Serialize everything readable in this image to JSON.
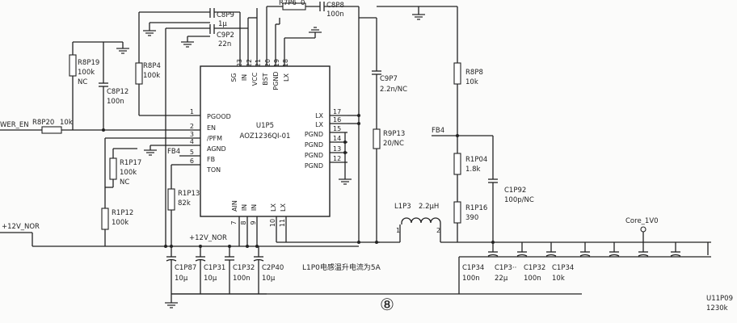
{
  "chip": {
    "ref": "U1P5",
    "part": "AOZ1236QI-01",
    "left_pins": [
      {
        "num": "1",
        "name": "PGOOD"
      },
      {
        "num": "2",
        "name": "EN"
      },
      {
        "num": "3",
        "name": "/PFM"
      },
      {
        "num": "4",
        "name": "AGND"
      },
      {
        "num": "5",
        "name": "FB"
      },
      {
        "num": "6",
        "name": "TON"
      }
    ],
    "top_pins": [
      {
        "num": "23",
        "name": "SG"
      },
      {
        "num": "22",
        "name": "IN"
      },
      {
        "num": "21",
        "name": "VCC"
      },
      {
        "num": "20",
        "name": "BST"
      },
      {
        "num": "19",
        "name": "PGND"
      },
      {
        "num": "18",
        "name": "LX"
      }
    ],
    "right_pins": [
      {
        "num": "17",
        "name": "LX"
      },
      {
        "num": "16",
        "name": "LX"
      },
      {
        "num": "15",
        "name": "PGND"
      },
      {
        "num": "14",
        "name": "PGND"
      },
      {
        "num": "13",
        "name": "PGND"
      },
      {
        "num": "12",
        "name": "PGND"
      }
    ],
    "bottom_pins": [
      {
        "num": "7",
        "name": "AIN"
      },
      {
        "num": "8",
        "name": "IN"
      },
      {
        "num": "9",
        "name": "IN"
      },
      {
        "num": "10",
        "name": "LX"
      },
      {
        "num": "11",
        "name": "LX"
      }
    ]
  },
  "components": {
    "c8p9": {
      "ref": "C8P9",
      "value": "1μ"
    },
    "c9p2": {
      "ref": "C9P2",
      "value": "22n"
    },
    "r7p6": {
      "ref": "R7P6",
      "value": "0"
    },
    "c8p8": {
      "ref": "C8P8",
      "value": "100n"
    },
    "r8p19": {
      "ref": "R8P19",
      "value": "100k",
      "note": "NC"
    },
    "c8p12": {
      "ref": "C8P12",
      "value": "100n"
    },
    "r8p4": {
      "ref": "R8P4",
      "value": "100k"
    },
    "r8p20": {
      "ref": "R8P20",
      "value": "10k"
    },
    "r1p17": {
      "ref": "R1P17",
      "value": "100k",
      "note": "NC"
    },
    "r1p12": {
      "ref": "R1P12",
      "value": "100k"
    },
    "r1p13": {
      "ref": "R1P13",
      "value": "82k"
    },
    "c9p7": {
      "ref": "C9P7",
      "value": "2.2n/NC"
    },
    "r9p13": {
      "ref": "R9P13",
      "value": "20/NC"
    },
    "r8p8": {
      "ref": "R8P8",
      "value": "10k"
    },
    "r1p04": {
      "ref": "R1P04",
      "value": "1.8k"
    },
    "c1p92": {
      "ref": "C1P92",
      "value": "100p/NC"
    },
    "r1p16": {
      "ref": "R1P16",
      "value": "390"
    },
    "l1p3": {
      "ref": "L1P3",
      "value": "2.2μH",
      "pin1": "1",
      "pin2": "2"
    },
    "c1p87": {
      "ref": "C1P87",
      "value": "10μ"
    },
    "c1p31": {
      "ref": "C1P31",
      "value": "10μ"
    },
    "c1p32a": {
      "ref": "C1P32",
      "value": "100n"
    },
    "c2p40": {
      "ref": "C2P40",
      "value": "10μ"
    },
    "c1p34a": {
      "ref": "C1P34",
      "value": "100n"
    },
    "c1p3x": {
      "ref": "C1P3··",
      "value": "22μ"
    },
    "c1p32b": {
      "ref": "C1P32",
      "value": "100n"
    },
    "c1p34b": {
      "ref": "C1P34",
      "value": "10k"
    }
  },
  "nets": {
    "power_en": "WER_EN",
    "fb4_left": "FB4",
    "fb4_right": "FB4",
    "v12_left": "+12V_NOR",
    "v12_bottom": "+12V_NOR",
    "core": "Core_1V0"
  },
  "annotations": {
    "note": "L1P0电感温升电流为5A",
    "circle": "⑧",
    "corner1": "U11P09",
    "corner2": "1230k"
  }
}
